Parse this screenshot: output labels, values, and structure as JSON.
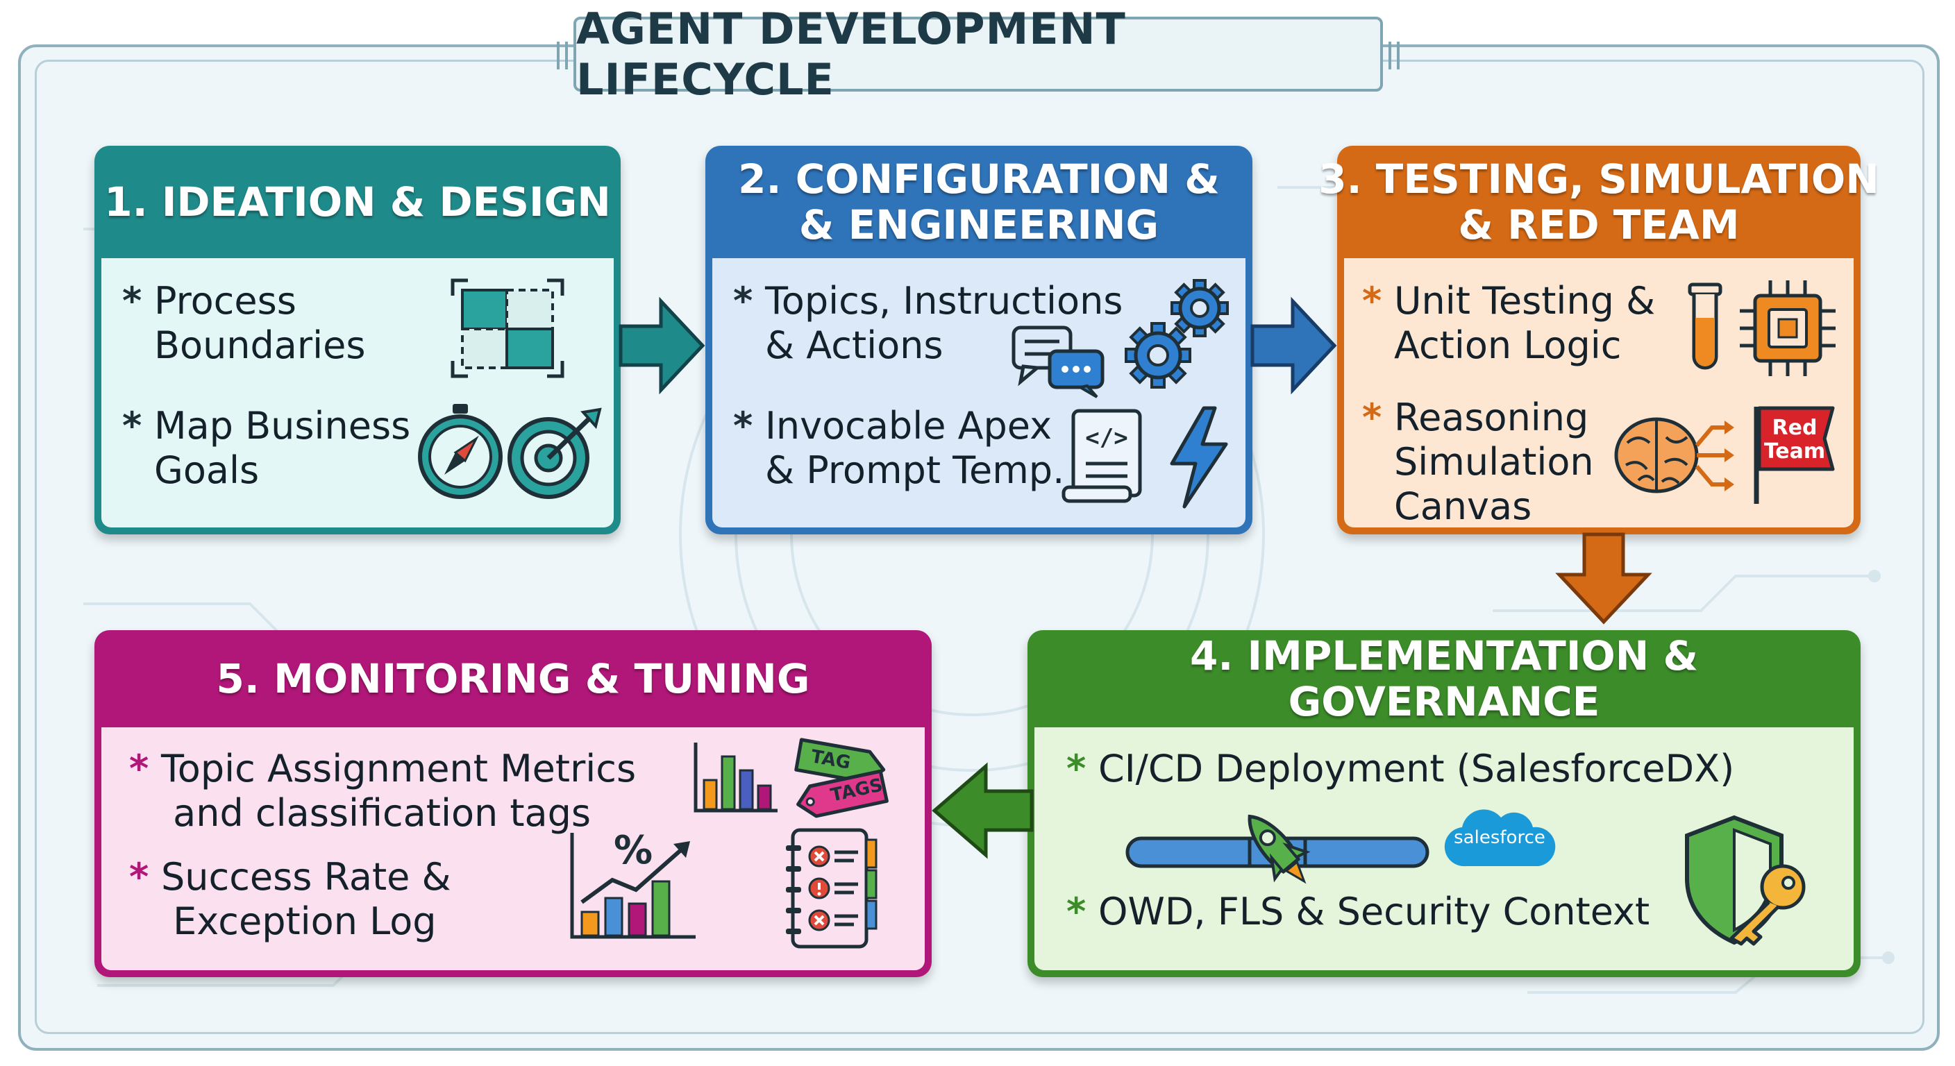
{
  "title": "AGENT DEVELOPMENT LIFECYCLE",
  "colors": {
    "teal": "#1f8a8a",
    "blue": "#2f73b8",
    "orange": "#d56a16",
    "green": "#3c8c2a",
    "magenta": "#b11778"
  },
  "stages": [
    {
      "heading": "1. IDEATION & DESIGN",
      "items": [
        {
          "bullet": "*",
          "text": "Process\nBoundaries",
          "icon": "selection-grid-icon"
        },
        {
          "bullet": "*",
          "text": "Map Business\nGoals",
          "icon": "compass-target-icon"
        }
      ]
    },
    {
      "heading": "2. CONFIGURATION &\n& ENGINEERING",
      "items": [
        {
          "bullet": "*",
          "text": "Topics, Instructions\n& Actions",
          "icon": "chat-gears-icon"
        },
        {
          "bullet": "*",
          "text": "Invocable Apex\n& Prompt Temp.",
          "icon": "code-scroll-bolt-icon"
        }
      ]
    },
    {
      "heading": "3. TESTING, SIMULATION\n& RED TEAM",
      "items": [
        {
          "bullet": "*",
          "text": "Unit Testing &\nAction Logic",
          "icon": "test-tube-chip-icon"
        },
        {
          "bullet": "*",
          "text": "Reasoning\nSimulation\nCanvas",
          "icon": "brain-flag-icon"
        }
      ],
      "flag_label": "Red\nTeam"
    },
    {
      "heading": "4. IMPLEMENTATION & GOVERNANCE",
      "items": [
        {
          "bullet": "*",
          "text": "CI/CD Deployment (SalesforceDX)",
          "icon": "rocket-pipeline-icon"
        },
        {
          "bullet": "*",
          "text": "OWD, FLS & Security Context",
          "icon": "shield-key-icon"
        }
      ],
      "cloud_label": "salesforce"
    },
    {
      "heading": "5. MONITORING & TUNING",
      "items": [
        {
          "bullet": "*",
          "text": "Topic Assignment Metrics\n and classification tags",
          "icon": "barchart-tags-icon"
        },
        {
          "bullet": "*",
          "text": "Success Rate &\n Exception Log",
          "icon": "growth-checklist-icon"
        }
      ],
      "tag_labels": [
        "TAG",
        "TAGS"
      ],
      "percent_label": "%"
    }
  ]
}
